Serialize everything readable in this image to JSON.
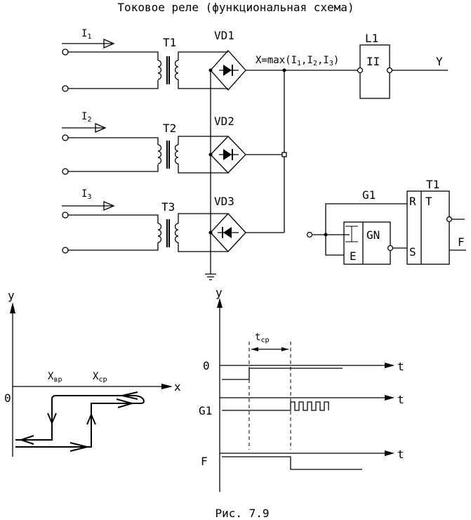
{
  "title": "Токовое реле (функциональная схема)",
  "caption": "Рис. 7.9",
  "schematic": {
    "inputs": [
      {
        "current_label": "I",
        "current_sub": "1",
        "transformer": "T1",
        "rectifier": "VD1"
      },
      {
        "current_label": "I",
        "current_sub": "2",
        "transformer": "T2",
        "rectifier": "VD2"
      },
      {
        "current_label": "I",
        "current_sub": "3",
        "transformer": "T3",
        "rectifier": "VD3"
      }
    ],
    "formula_text": "X=max(",
    "formula_i1": "I",
    "formula_s1": "1",
    "formula_i2": "I",
    "formula_s2": "2",
    "formula_i3": "I",
    "formula_s3": "3",
    "formula_close": ")",
    "logic_block_name": "L1",
    "logic_block_symbol": "II",
    "output_label": "Y",
    "generator_name": "G1",
    "generator_symbol": "GN",
    "generator_enable": "E",
    "trigger_name": "T1",
    "trigger_symbol": "T",
    "trigger_reset": "R",
    "trigger_set": "S",
    "trigger_output": "F"
  },
  "hysteresis_plot": {
    "y_axis": "y",
    "x_axis": "x",
    "origin": "0",
    "x_return": "X",
    "x_return_sub": "вр",
    "x_operate": "X",
    "x_operate_sub": "ср"
  },
  "timing_plot": {
    "y_axis": "y",
    "t_label": "t",
    "t_operate": "t",
    "t_operate_sub": "ср",
    "rows": [
      {
        "label": "0"
      },
      {
        "label": "G1"
      },
      {
        "label": "F"
      }
    ]
  }
}
